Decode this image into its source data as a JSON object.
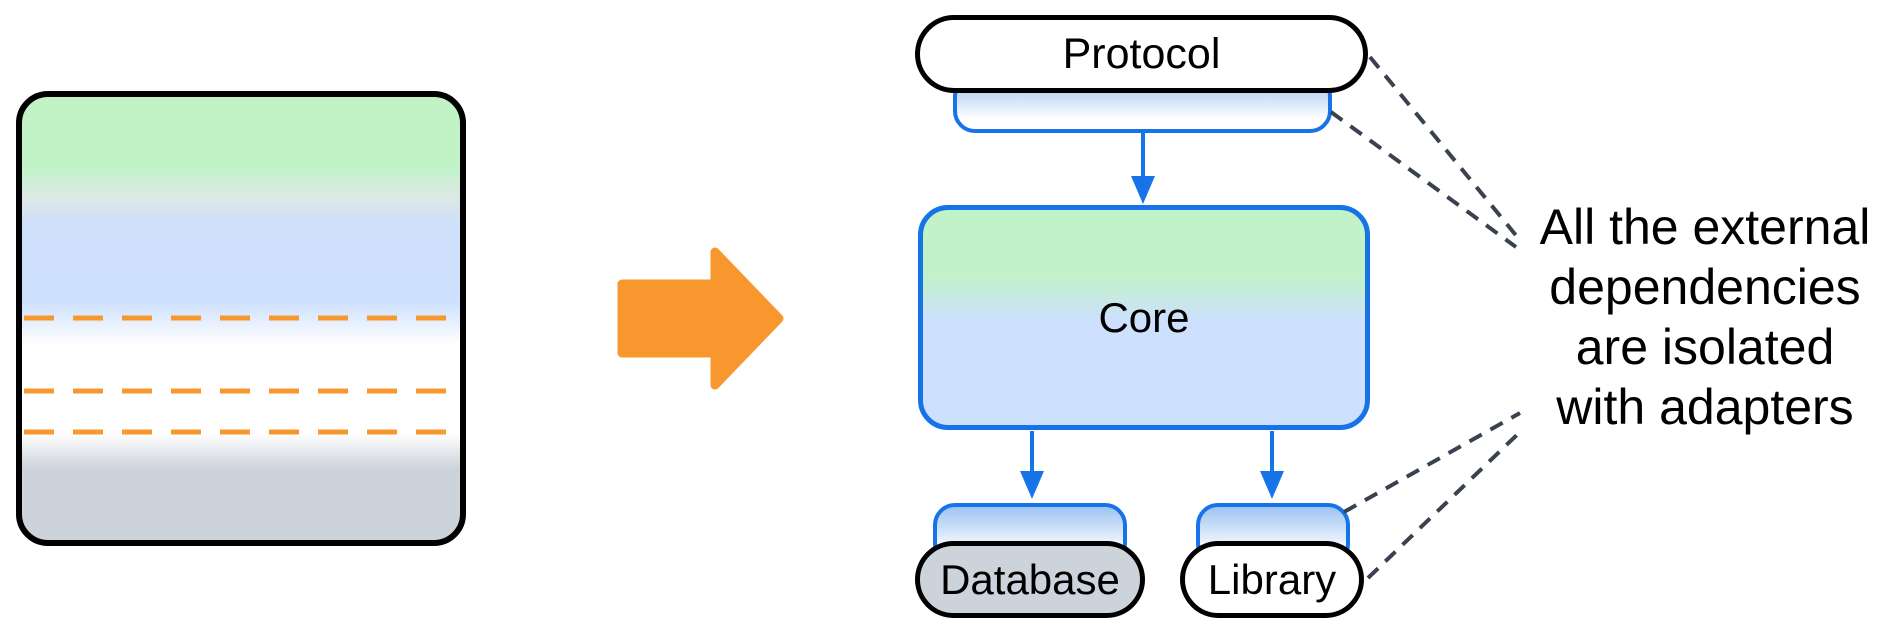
{
  "before_panel": {
    "layers": [
      {
        "name": "protocol-layer",
        "color": "#C1F3C7"
      },
      {
        "name": "core-layer",
        "color": "#CDE0FD"
      },
      {
        "name": "adapter-layer",
        "color": "#FFFFFF"
      },
      {
        "name": "external-layer",
        "color": "#CDD3DA"
      }
    ],
    "cut_line_color": "#F9972F",
    "cut_line_count": 3,
    "border_color": "#000000"
  },
  "transform": {
    "icon": "right-arrow",
    "color": "#F9972F"
  },
  "after_panel": {
    "nodes": {
      "protocol": {
        "label": "Protocol",
        "fill": "#FFFFFF",
        "border": "#000000"
      },
      "core": {
        "label": "Core",
        "border": "#1673E8"
      },
      "database": {
        "label": "Database",
        "fill": "#CDD3DB",
        "border": "#000000"
      },
      "library": {
        "label": "Library",
        "fill": "#FFFFFF",
        "border": "#000000"
      }
    },
    "adapter_border_color": "#1673E8",
    "connector_color": "#1673E8"
  },
  "annotation": {
    "text": "All the external dependencies are isolated with adapters",
    "lines": [
      "All the external",
      "dependencies",
      "are isolated",
      "with adapters"
    ],
    "leader_line_color": "#39424E"
  }
}
